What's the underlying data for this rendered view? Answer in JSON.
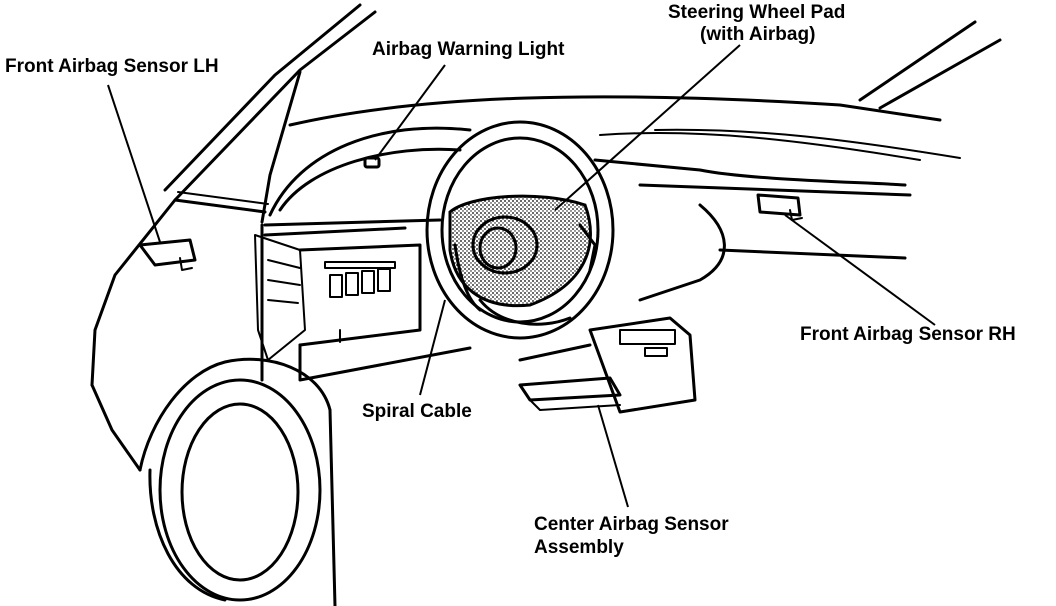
{
  "labels": {
    "front_sensor_lh": "Front Airbag Sensor LH",
    "warning_light": "Airbag Warning Light",
    "steering_pad_line1": "Steering Wheel Pad",
    "steering_pad_line2": "(with Airbag)",
    "front_sensor_rh": "Front Airbag Sensor RH",
    "spiral_cable": "Spiral Cable",
    "center_sensor_line1": "Center Airbag Sensor",
    "center_sensor_line2": "Assembly"
  },
  "colors": {
    "ink": "#000000",
    "background": "#ffffff"
  }
}
